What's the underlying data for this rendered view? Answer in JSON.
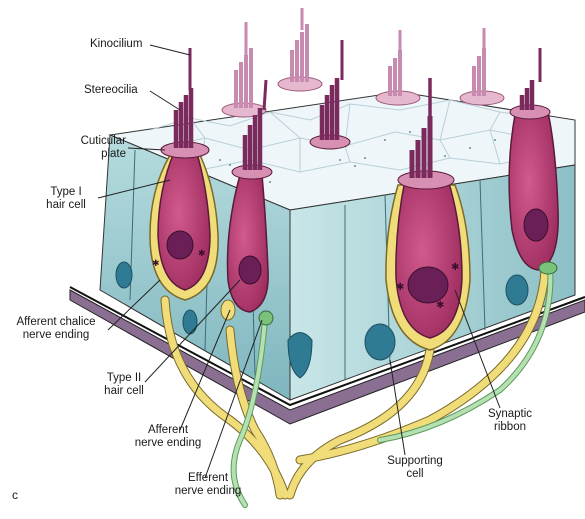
{
  "panel_letter": "c",
  "labels": {
    "kinocilium": "Kinocilium",
    "stereocilia": "Stereocilia",
    "cuticular_plate": [
      "Cuticular",
      "plate"
    ],
    "type1": [
      "Type I",
      "hair cell"
    ],
    "afferent_chalice": [
      "Afferent chalice",
      "nerve ending"
    ],
    "type2": [
      "Type II",
      "hair cell"
    ],
    "afferent_nerve": [
      "Afferent",
      "nerve ending"
    ],
    "efferent_nerve": [
      "Efferent",
      "nerve ending"
    ],
    "supporting_cell": [
      "Supporting",
      "cell"
    ],
    "synaptic_ribbon": [
      "Synaptic",
      "ribbon"
    ]
  },
  "colors": {
    "epithelium": "#a9d3d6",
    "epithelium_dark": "#6fa9b4",
    "surface": "#e8f3f6",
    "hair_cell": "#b0356a",
    "hair_cell_dark": "#6e1742",
    "nucleus": "#6a1f57",
    "chalice": "#f3e08a",
    "efferent": "#a8d9a8",
    "basement": "#6b4a70",
    "support_nucleus": "#2f7b93",
    "bundle_back": "#d79ac0",
    "bundle_front": "#7a2a5c"
  }
}
